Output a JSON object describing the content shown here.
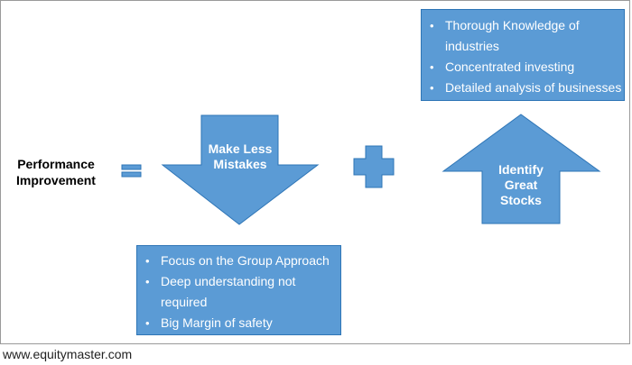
{
  "left_label": {
    "line1": "Performance",
    "line2": "Improvement"
  },
  "down_arrow": {
    "line1": "Make Less",
    "line2": "Mistakes"
  },
  "up_arrow": {
    "line1": "Identify",
    "line2": "Great",
    "line3": "Stocks"
  },
  "top_box": {
    "items": [
      "Thorough Knowledge of",
      "industries",
      "Concentrated investing",
      "Detailed analysis of businesses"
    ]
  },
  "bottom_box": {
    "items": [
      "Focus on the Group Approach",
      "Deep understanding not",
      "required",
      "Big Margin of safety"
    ]
  },
  "source": "www.equitymaster.com",
  "colors": {
    "fill": "#5b9bd5",
    "stroke": "#2e75b6"
  }
}
